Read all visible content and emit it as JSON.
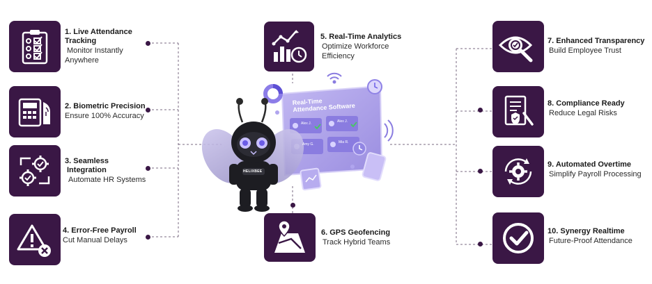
{
  "features": [
    {
      "num": "1.",
      "title": "Live Attendance",
      "title2": "Tracking",
      "sub": "Monitor Instantly",
      "sub2": "Anywhere",
      "icon": "clipboard-checklist-icon"
    },
    {
      "num": "2.",
      "title": "Biometric Precision",
      "sub": "Ensure 100% Accuracy",
      "icon": "fingerprint-scanner-icon"
    },
    {
      "num": "3.",
      "title": "Seamless",
      "title2": "Integration",
      "sub": "Automate HR Systems",
      "icon": "gears-sync-icon"
    },
    {
      "num": "4.",
      "title": "Error-Free Payroll",
      "sub": "Cut Manual Delays",
      "icon": "warning-error-icon"
    },
    {
      "num": "5.",
      "title": "Real-Time Analytics",
      "sub": "Optimize Workforce",
      "sub2": "Efficiency",
      "icon": "chart-clock-icon"
    },
    {
      "num": "6.",
      "title": "GPS Geofencing",
      "sub": "Track Hybrid Teams",
      "icon": "map-pin-icon"
    },
    {
      "num": "7.",
      "title": "Enhanced Transparency",
      "sub": "Build Employee Trust",
      "icon": "eye-magnifier-icon"
    },
    {
      "num": "8.",
      "title": "Compliance Ready",
      "sub": "Reduce Legal Risks",
      "icon": "document-shield-icon"
    },
    {
      "num": "9.",
      "title": "Automated Overtime",
      "sub": "Simplify Payroll Processing",
      "icon": "gear-clock-icon"
    },
    {
      "num": "10.",
      "title": "Synergy Realtime",
      "sub": "Future-Proof Attendance",
      "icon": "check-circle-icon"
    }
  ],
  "center": {
    "screen_title_1": "Real-Time",
    "screen_title_2": "Attendance Software",
    "robot_label": "HELIXBEE",
    "cards": [
      "Alex J.",
      "Alex J.",
      "Amy G.",
      "Mia R."
    ]
  },
  "colors": {
    "brand": "#3a1745",
    "screen": "#a69be8",
    "accent": "#6b5ce7",
    "check": "#49c46a"
  }
}
